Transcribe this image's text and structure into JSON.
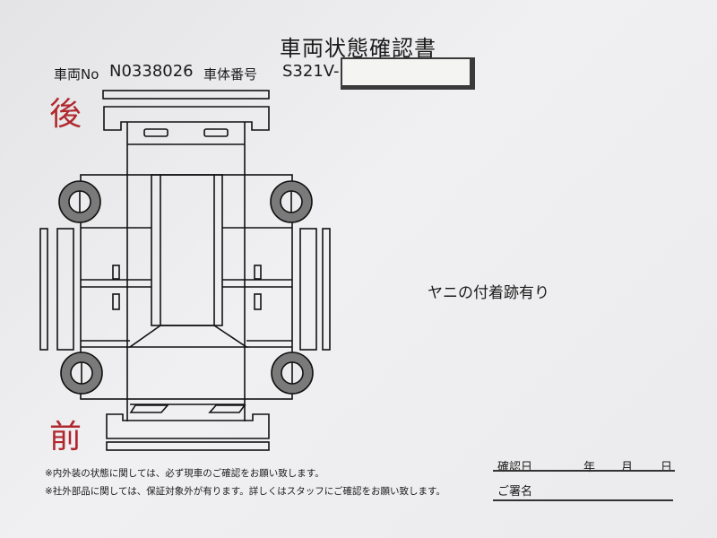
{
  "document": {
    "title": "車両状態確認書",
    "vehicle_no_label": "車両No",
    "vehicle_no": "N0338026",
    "chassis_no_label": "車体番号",
    "chassis_no": "S321V-",
    "rear_label": "後",
    "front_label": "前",
    "remark": "ヤニの付着跡有り",
    "notes": [
      "※内外装の状態に関しては、必ず現車のご確認をお願い致します。",
      "※社外部品に関しては、保証対象外が有ります。詳しくはスタッフにご確認をお願い致します。"
    ],
    "confirm_date_label": "確認日",
    "year_label": "年",
    "month_label": "月",
    "day_label": "日",
    "signature_label": "ご署名"
  },
  "colors": {
    "accent_red": "#b0282e",
    "tire_grey": "#7a7a7a"
  }
}
